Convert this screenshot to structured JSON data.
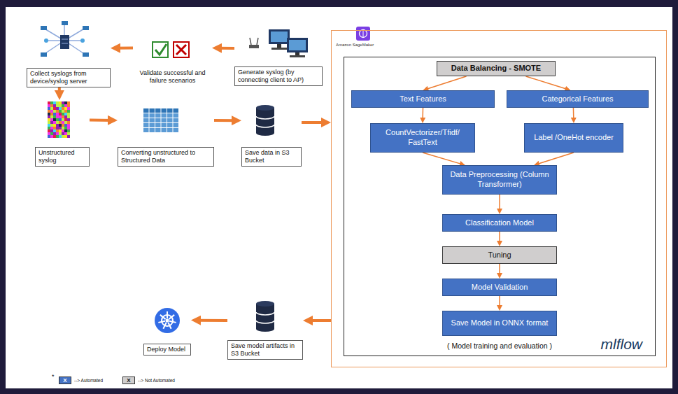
{
  "diagram": {
    "nodes": [
      {
        "text": [
          "Collect syslogs from device/syslog server"
        ]
      },
      {
        "text": [
          "Validate successful and failure scenarios"
        ]
      },
      {
        "text": [
          "Generate syslog (by connecting client to AP)"
        ]
      },
      {
        "text": [
          "Unstructured syslog"
        ]
      },
      {
        "text": [
          "Converting unstructured to Structured Data"
        ]
      },
      {
        "text": [
          "Save data in S3 Bucket"
        ]
      },
      {
        "text": [
          "Amazon SageMaker"
        ]
      },
      {
        "text": [
          "( Model training and evaluation )",
          "mlflow"
        ],
        "in": 6
      },
      {
        "text": [
          "Data Balancing - SMOTE"
        ],
        "in": 7
      },
      {
        "text": [
          "Text Features"
        ],
        "in": 7
      },
      {
        "text": [
          "Categorical Features"
        ],
        "in": 7
      },
      {
        "text": [
          "CountVectorizer/Tfidf/ FastText"
        ],
        "in": 7
      },
      {
        "text": [
          "Label /OneHot encoder"
        ],
        "in": 7
      },
      {
        "text": [
          "Data Preprocessing (Column Transformer)"
        ],
        "in": 7
      },
      {
        "text": [
          "Classification Model"
        ],
        "in": 7
      },
      {
        "text": [
          "Tuning"
        ],
        "in": 7
      },
      {
        "text": [
          "Model Validation"
        ],
        "in": 7
      },
      {
        "text": [
          "Save Model in ONNX format"
        ],
        "in": 7
      },
      {
        "text": [
          "Save model artifacts in S3 Bucket"
        ]
      },
      {
        "text": [
          "Deploy Model"
        ]
      }
    ],
    "edges": [
      {
        "from": 2,
        "to": 1,
        "arrow": "to"
      },
      {
        "from": 1,
        "to": 0,
        "arrow": "to"
      },
      {
        "from": 0,
        "to": 3,
        "arrow": "to"
      },
      {
        "from": 3,
        "to": 4,
        "arrow": "to"
      },
      {
        "from": 4,
        "to": 5,
        "arrow": "to"
      },
      {
        "from": 5,
        "to": 6,
        "arrow": "to"
      },
      {
        "from": 8,
        "to": 9,
        "arrow": "to"
      },
      {
        "from": 8,
        "to": 10,
        "arrow": "to"
      },
      {
        "from": 9,
        "to": 11,
        "arrow": "to"
      },
      {
        "from": 10,
        "to": 12,
        "arrow": "to"
      },
      {
        "from": 11,
        "to": 13,
        "arrow": "to"
      },
      {
        "from": 12,
        "to": 13,
        "arrow": "to"
      },
      {
        "from": 13,
        "to": 14,
        "arrow": "to"
      },
      {
        "from": 14,
        "to": 15,
        "arrow": "to"
      },
      {
        "from": 15,
        "to": 16,
        "arrow": "to"
      },
      {
        "from": 16,
        "to": 17,
        "arrow": "to"
      },
      {
        "from": 6,
        "to": 18,
        "arrow": "to"
      },
      {
        "from": 18,
        "to": 19,
        "arrow": "to"
      }
    ],
    "labels": [
      "*",
      "X",
      "X"
    ],
    "legend": [
      {
        "text": "--> Automated",
        "color": "#4472c4"
      },
      {
        "text": "--> Not Automated",
        "color": "#d0cece"
      }
    ]
  }
}
